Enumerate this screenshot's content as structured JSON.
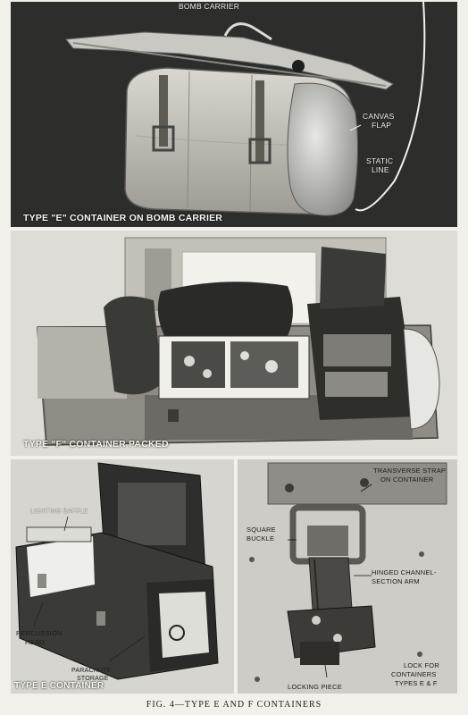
{
  "panels": {
    "top": {
      "caption": "TYPE \"E\" CONTAINER ON BOMB CARRIER",
      "labels": {
        "bomb_carrier": "BOMB CARRIER",
        "canvas_flap_1": "CANVAS",
        "canvas_flap_2": "FLAP",
        "static_line_1": "STATIC",
        "static_line_2": "LINE"
      }
    },
    "middle": {
      "caption": "TYPE \"F\" CONTAINER PACKED"
    },
    "bottom_left": {
      "caption": "TYPE E CONTAINER",
      "labels": {
        "lighting_baffle": "LIGHTING BAFFLE",
        "percussion_1": "PERCUSSION",
        "percussion_2": "HEAD",
        "parachute_1": "PARACHUTE",
        "parachute_2": "STORAGE"
      }
    },
    "bottom_right": {
      "labels": {
        "transverse_1": "TRANSVERSE STRAP",
        "transverse_2": "ON CONTAINER",
        "square_1": "SQUARE",
        "square_2": "BUCKLE",
        "hinged_1": "HINGED CHANNEL-",
        "hinged_2": "SECTION ARM",
        "locking_piece": "LOCKING PIECE",
        "lock_1": "LOCK FOR",
        "lock_2": "CONTAINERS",
        "lock_3": "TYPES E & F"
      }
    }
  },
  "figure_caption": "FIG. 4—TYPE E AND F CONTAINERS"
}
